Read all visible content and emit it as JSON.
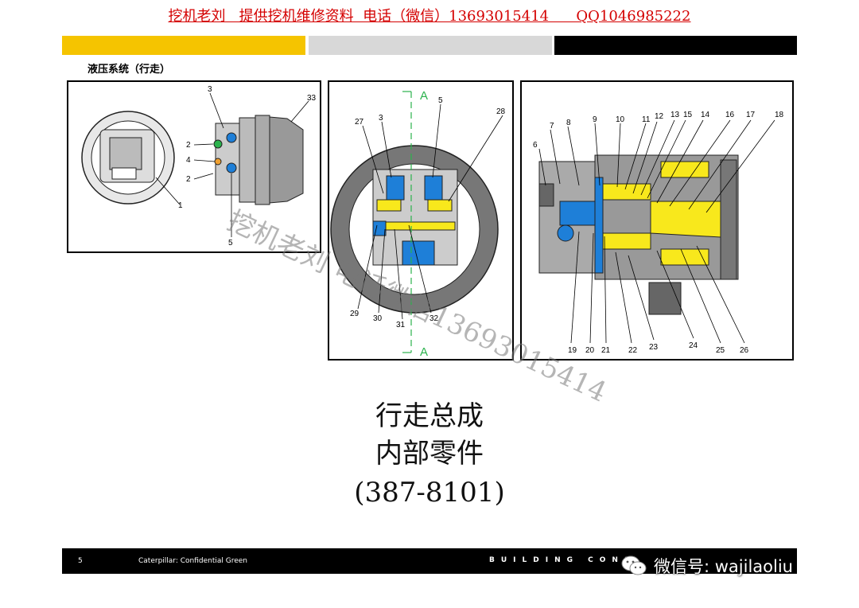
{
  "header": {
    "contact_line": "挖机老刘   提供挖机维修资料  电话（微信）13693015414      QQ1046985222"
  },
  "section_title": "液压系统（行走）",
  "figure1": {
    "callouts": [
      "3",
      "33",
      "2",
      "4",
      "2",
      "1",
      "5"
    ]
  },
  "figure2": {
    "section_marker": "A",
    "callouts": [
      "27",
      "3",
      "5",
      "28",
      "29",
      "30",
      "31",
      "32"
    ]
  },
  "figure3": {
    "callouts_top": [
      "7",
      "8",
      "9",
      "10",
      "11",
      "12",
      "13",
      "15",
      "14",
      "16",
      "17",
      "18",
      "6"
    ],
    "callouts_bottom": [
      "19",
      "20",
      "21",
      "22",
      "23",
      "24",
      "25",
      "26"
    ]
  },
  "title": {
    "line1": "行走总成",
    "line2": "内部零件",
    "line3": "(387-8101)"
  },
  "watermark": "挖机老刘    电话微信13693015414",
  "footer": {
    "page_number": "5",
    "confidential": "Caterpillar: Confidential Green",
    "tagline": "BUILDING CONS"
  },
  "wechat": {
    "label": "微信号: wajilaoliu"
  },
  "colors": {
    "brand_yellow": "#f5c400",
    "header_red": "#d40000",
    "hydraulic_blue": "#1e7fd8",
    "part_yellow": "#f8e81c"
  }
}
